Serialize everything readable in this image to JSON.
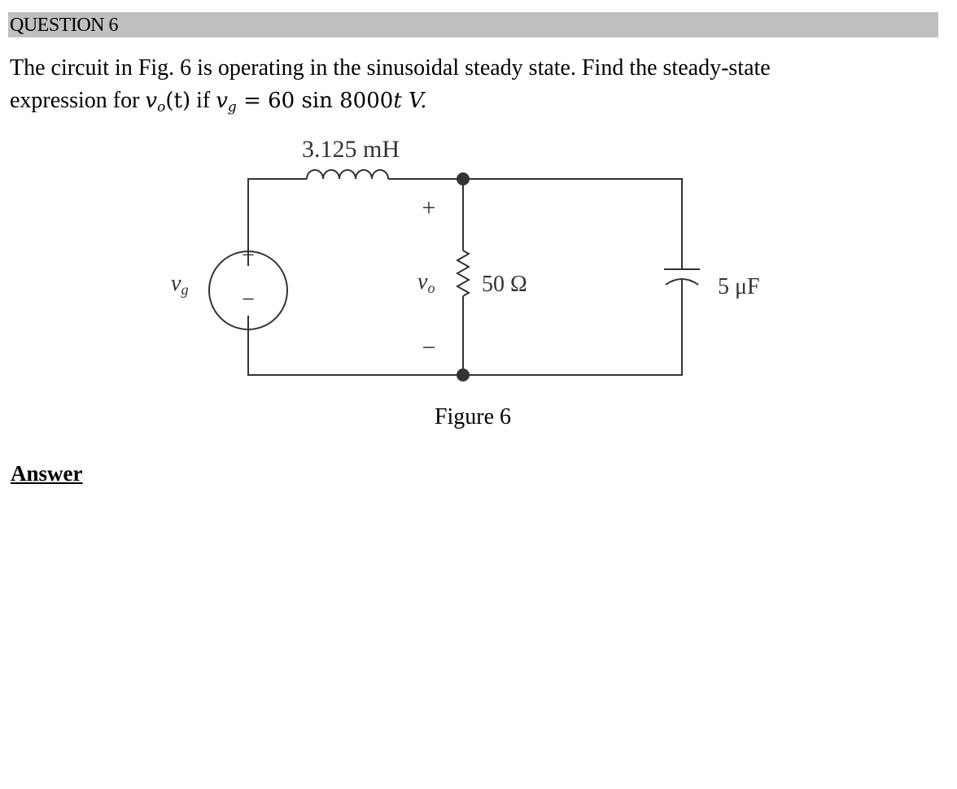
{
  "question": {
    "title": "QUESTION 6"
  },
  "problem": {
    "text_1": "The circuit in Fig. 6 is operating in the sinusoidal steady state. Find the steady-state",
    "text_2_prefix": "expression for ",
    "vo_var": "v",
    "vo_sub": "o",
    "vo_arg": "(t)",
    "if_word": " if ",
    "vg_var": "v",
    "vg_sub": "g",
    "equation": " = 60 sin 8000",
    "t_var": "t",
    "unit": " V."
  },
  "figure": {
    "inductor_label": "3.125 mH",
    "source_plus": "+",
    "source_minus": "−",
    "vg_var": "v",
    "vg_sub": "g",
    "vo_plus": "+",
    "vo_var": "v",
    "vo_sub": "o",
    "vo_minus": "−",
    "resistor_label": "50 Ω",
    "capacitor_label": "5 μF",
    "caption": "Figure 6"
  },
  "answer": {
    "label": "Answer"
  }
}
